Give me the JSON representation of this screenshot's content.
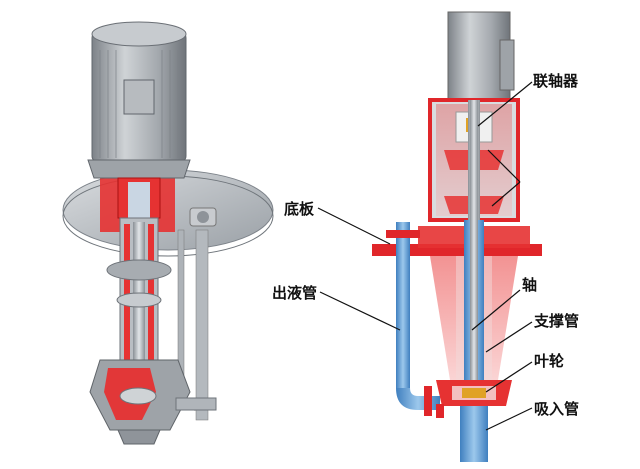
{
  "labels": {
    "coupling": "联轴器",
    "base_plate": "底板",
    "discharge_pipe": "出液管",
    "shaft": "轴",
    "support_pipe": "支撑管",
    "impeller": "叶轮",
    "suction_pipe": "吸入管"
  },
  "colors": {
    "casing_red": "#e0262a",
    "steel_gray": "#9ea3a8",
    "pipe_blue": "#6aa6d6",
    "cutaway_red": "#e63232"
  },
  "icons": {
    "motor": "motor-icon",
    "pump": "vertical-pump-icon"
  }
}
